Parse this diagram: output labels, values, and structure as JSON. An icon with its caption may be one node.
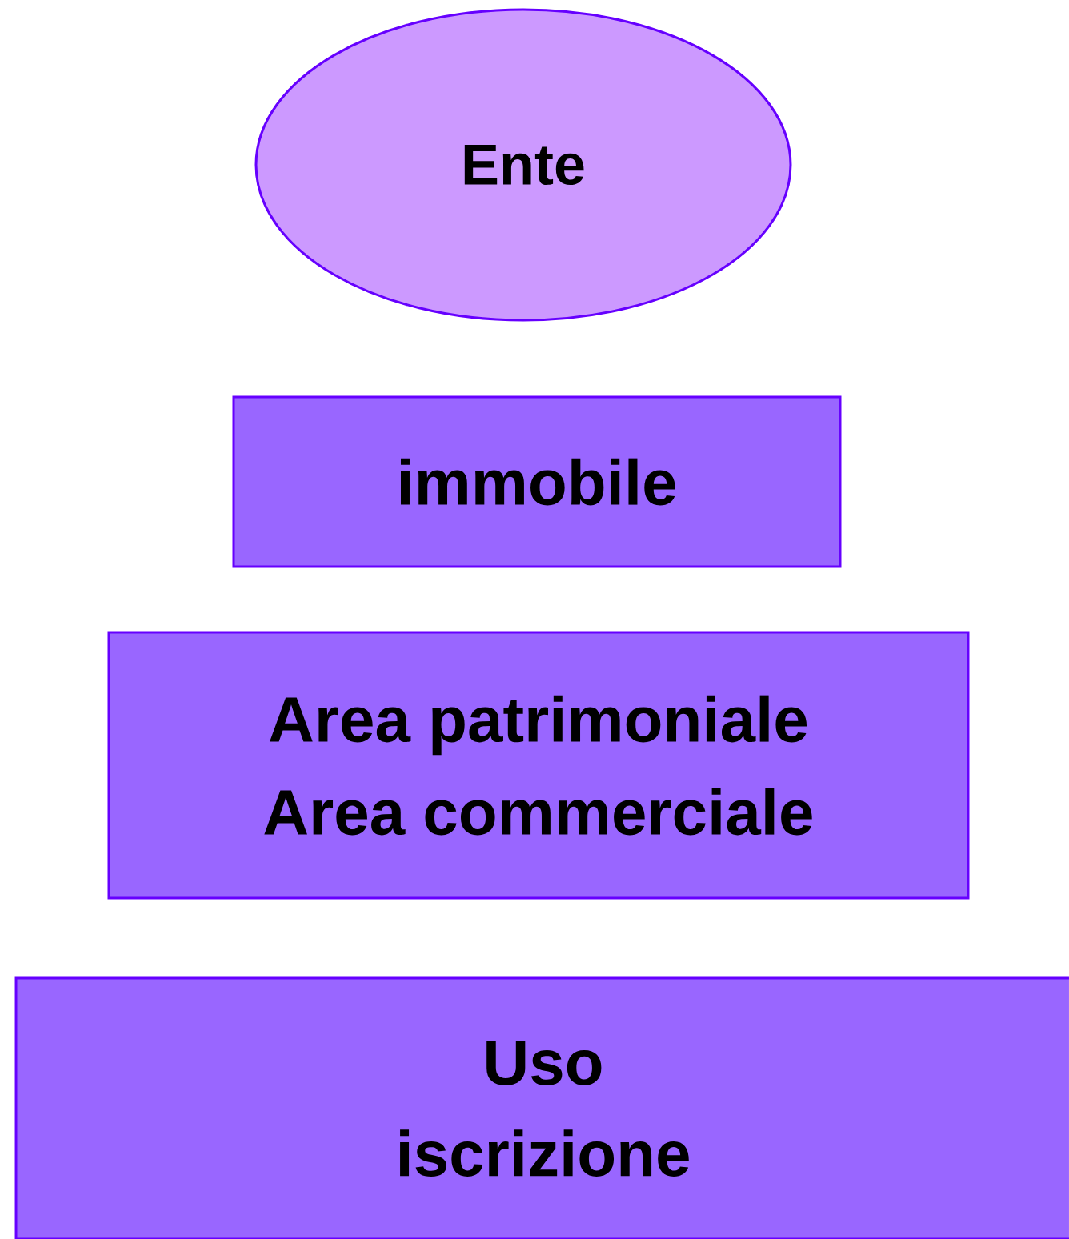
{
  "diagram": {
    "nodes": [
      {
        "text": [
          "Ente"
        ]
      },
      {
        "text": [
          "immobile"
        ]
      },
      {
        "text": [
          "Area patrimoniale",
          "Area commerciale"
        ]
      },
      {
        "text": [
          "Uso",
          "iscrizione"
        ]
      }
    ]
  }
}
